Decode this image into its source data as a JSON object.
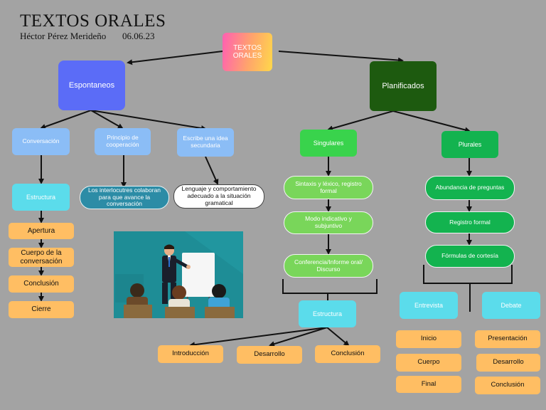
{
  "header": {
    "title": "TEXTOS ORALES",
    "author": "Héctor Pérez Merideño",
    "date": "06.06.23"
  },
  "root": "TEXTOS ORALES",
  "left": {
    "title": "Espontaneos",
    "branches": [
      {
        "label": "Conversación",
        "child": "Estructura",
        "items": [
          "Apertura",
          "Cuerpo de la conversación",
          "Conclusión",
          "Cierre"
        ]
      },
      {
        "label": "Principio de cooperación",
        "child": "Los interlocutres colaboran para que avance la conversación"
      },
      {
        "label": "Escribe una idea secundaria",
        "child": "Lenguaje y comportamiento adecuado a la situación gramatical"
      }
    ]
  },
  "right": {
    "title": "Planificados",
    "singulares": {
      "label": "Singulares",
      "items": [
        "Sintaxis y léxico, registro formal",
        "Modo indicativo y subjuntivo",
        "Conferencia/Informe oral/ Discurso"
      ],
      "estructura": "Estructura",
      "parts": [
        "Introducción",
        "Desarrollo",
        "Conclusión"
      ]
    },
    "plurales": {
      "label": "Plurales",
      "items": [
        "Abundancia de preguntas",
        "Registro formal",
        "Fórmulas de cortesía"
      ],
      "entrevista": {
        "label": "Entrevista",
        "parts": [
          "Inicio",
          "Cuerpo",
          "Final"
        ]
      },
      "debate": {
        "label": "Debate",
        "parts": [
          "Presentación",
          "Desarrollo",
          "Conclusión"
        ]
      }
    }
  },
  "colors": {
    "background": "#a3a3a3",
    "espontaneos": "#5b6cf7",
    "planificados": "#1d5a0f",
    "leaf": "#ffbe63"
  }
}
